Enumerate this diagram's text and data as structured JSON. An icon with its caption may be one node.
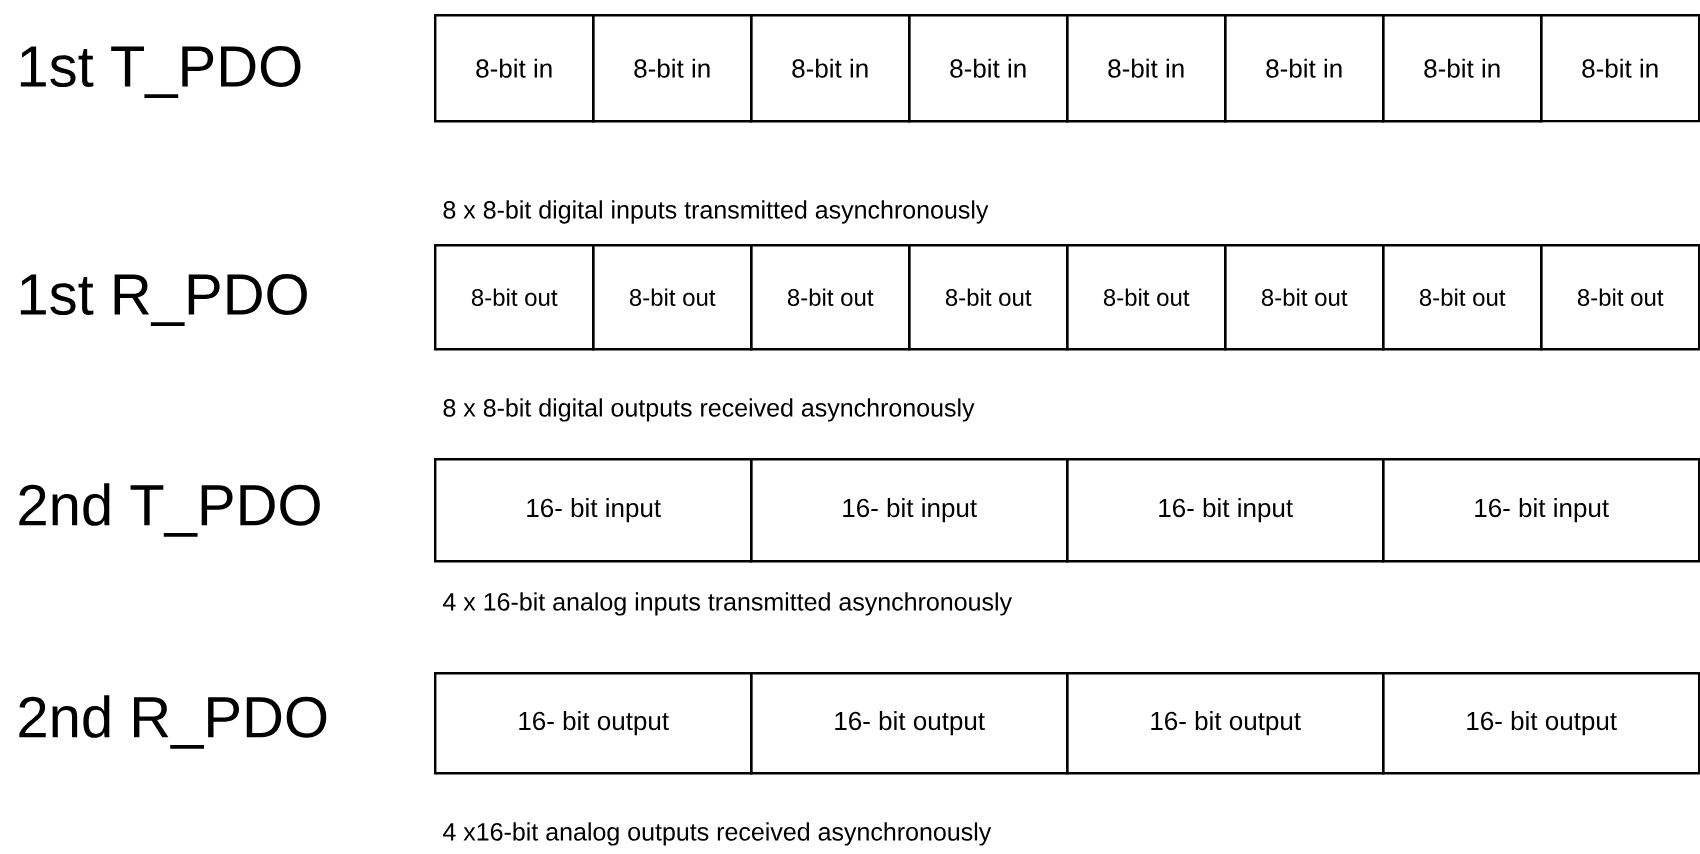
{
  "diagram": {
    "nodes": [
      {
        "text": [
          "8-bit in"
        ]
      },
      {
        "text": [
          "8-bit in"
        ]
      },
      {
        "text": [
          "8-bit in"
        ]
      },
      {
        "text": [
          "8-bit in"
        ]
      },
      {
        "text": [
          "8-bit in"
        ]
      },
      {
        "text": [
          "8-bit in"
        ]
      },
      {
        "text": [
          "8-bit in"
        ]
      },
      {
        "text": [
          "8-bit in"
        ]
      },
      {
        "text": [
          "8-bit out"
        ]
      },
      {
        "text": [
          "8-bit out"
        ]
      },
      {
        "text": [
          "8-bit out"
        ]
      },
      {
        "text": [
          "8-bit out"
        ]
      },
      {
        "text": [
          "8-bit out"
        ]
      },
      {
        "text": [
          "8-bit out"
        ]
      },
      {
        "text": [
          "8-bit out"
        ]
      },
      {
        "text": [
          "8-bit out"
        ]
      },
      {
        "text": [
          "16- bit input"
        ]
      },
      {
        "text": [
          "16- bit input"
        ]
      },
      {
        "text": [
          "16- bit input"
        ]
      },
      {
        "text": [
          "16- bit input"
        ]
      },
      {
        "text": [
          "16- bit output"
        ]
      },
      {
        "text": [
          "16- bit output"
        ]
      },
      {
        "text": [
          "16- bit output"
        ]
      },
      {
        "text": [
          "16- bit output"
        ]
      }
    ],
    "labels": [
      "1st T_PDO",
      "8 x 8-bit digital inputs transmitted asynchronously",
      "1st R_PDO",
      "8 x 8-bit digital outputs received asynchronously",
      "2nd T_PDO",
      "4 x 16-bit analog inputs transmitted asynchronously",
      "2nd R_PDO",
      "4 x16-bit analog outputs received asynchronously"
    ]
  }
}
